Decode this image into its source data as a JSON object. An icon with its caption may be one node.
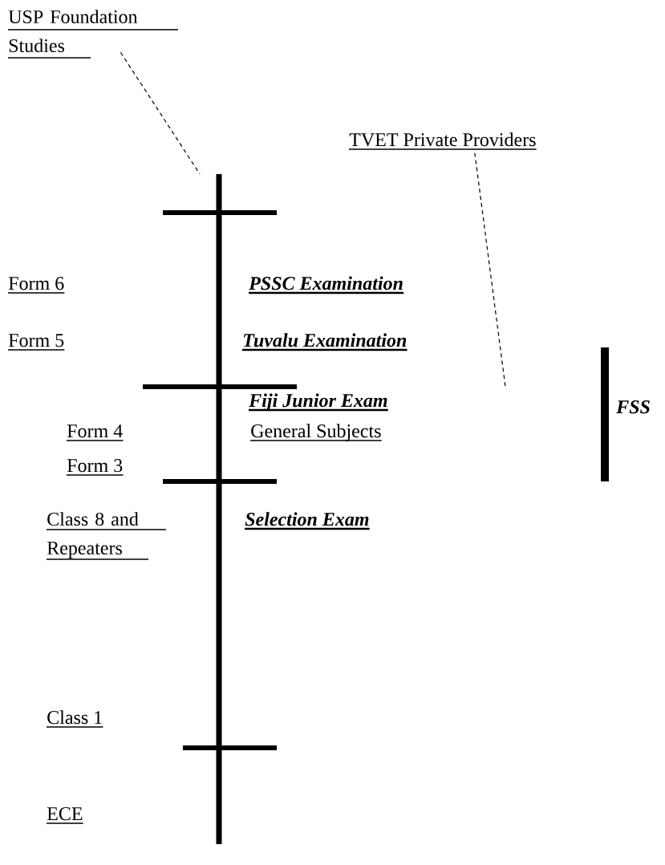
{
  "diagram": {
    "nodes": [
      {
        "text": [
          "USP Foundation Studies"
        ]
      },
      {
        "text": [],
        "shape": "bar"
      },
      {
        "text": [
          "TVET Private Providers"
        ]
      }
    ],
    "edges": [
      {
        "from": 0,
        "to": 1,
        "arrow": "none",
        "style": "dashed"
      },
      {
        "from": 2,
        "to": null,
        "arrow": "none",
        "style": "dashed"
      }
    ],
    "labels": [
      "Form 6",
      "PSSC Examination",
      "Form 5",
      "Tuvalu Examination",
      "Fiji Junior Exam",
      "Form 4",
      "General Subjects",
      "Form 3",
      "Class 8 and Repeaters",
      "Selection Exam",
      "Class 1",
      "ECE",
      "FSS"
    ]
  }
}
